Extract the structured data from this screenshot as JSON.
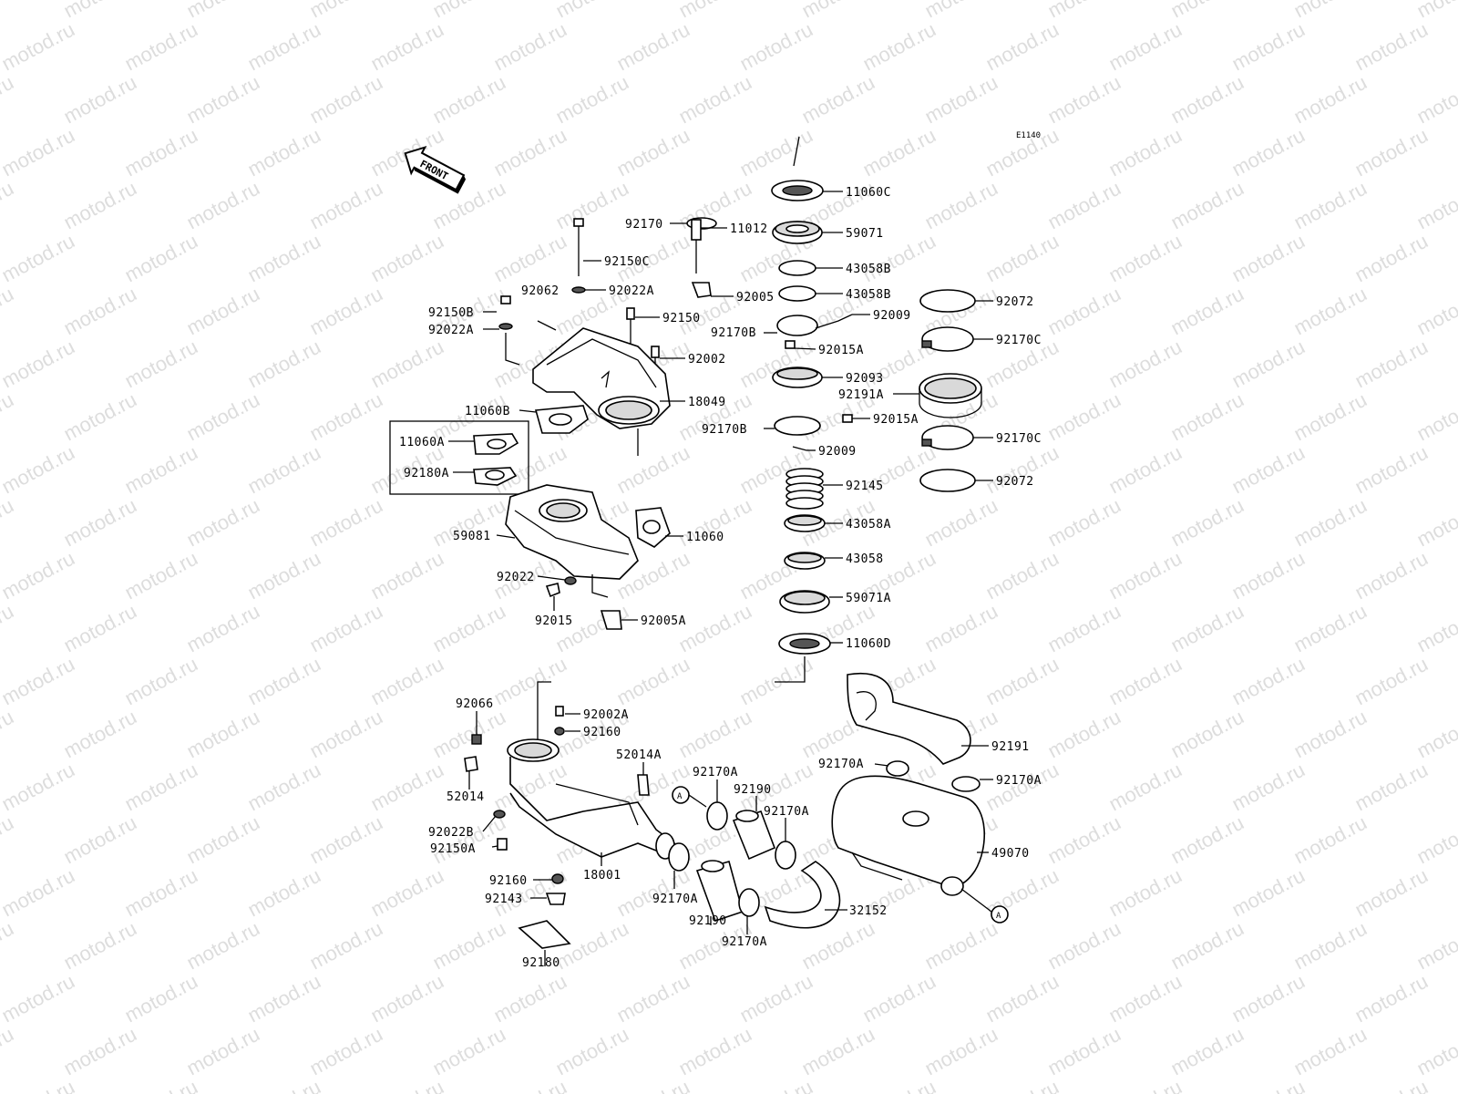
{
  "diagram_code": "E1140",
  "front_label": "FRONT",
  "watermark": "motod.ru",
  "callout_marker": "A",
  "part_labels": {
    "p11060C": "11060C",
    "p59071": "59071",
    "p43058B_1": "43058B",
    "p43058B_2": "43058B",
    "p92009_1": "92009",
    "p92170B_1": "92170B",
    "p92015A_1": "92015A",
    "p92093": "92093",
    "p92191A": "92191A",
    "p92015A_2": "92015A",
    "p92170B_2": "92170B",
    "p92009_2": "92009",
    "p92145": "92145",
    "p43058A": "43058A",
    "p43058": "43058",
    "p59071A": "59071A",
    "p11060D": "11060D",
    "p92072_1": "92072",
    "p92170C_1": "92170C",
    "p92170C_2": "92170C",
    "p92072_2": "92072",
    "p92170": "92170",
    "p11012": "11012",
    "p92150C": "92150C",
    "p92022A_1": "92022A",
    "p92062": "92062",
    "p92005": "92005",
    "p92150B": "92150B",
    "p92022A_2": "92022A",
    "p92150": "92150",
    "p92002": "92002",
    "p18049": "18049",
    "p11060B": "11060B",
    "p11060A": "11060A",
    "p92180A": "92180A",
    "p59081": "59081",
    "p11060": "11060",
    "p92022": "92022",
    "p92015": "92015",
    "p92005A": "92005A",
    "p92066": "92066",
    "p92002A": "92002A",
    "p92160_1": "92160",
    "p52014A": "52014A",
    "p52014": "52014",
    "p92022B": "92022B",
    "p92150A": "92150A",
    "p92160_2": "92160",
    "p92143": "92143",
    "p92180": "92180",
    "p18001": "18001",
    "p92170A_1": "92170A",
    "p92190_1": "92190",
    "p92170A_2": "92170A",
    "p92170A_3": "92170A",
    "p92190_2": "92190",
    "p92170A_4": "92170A",
    "p32152": "32152",
    "p92170A_5": "92170A",
    "p92170A_6": "92170A",
    "p92191": "92191",
    "p49070": "49070"
  }
}
